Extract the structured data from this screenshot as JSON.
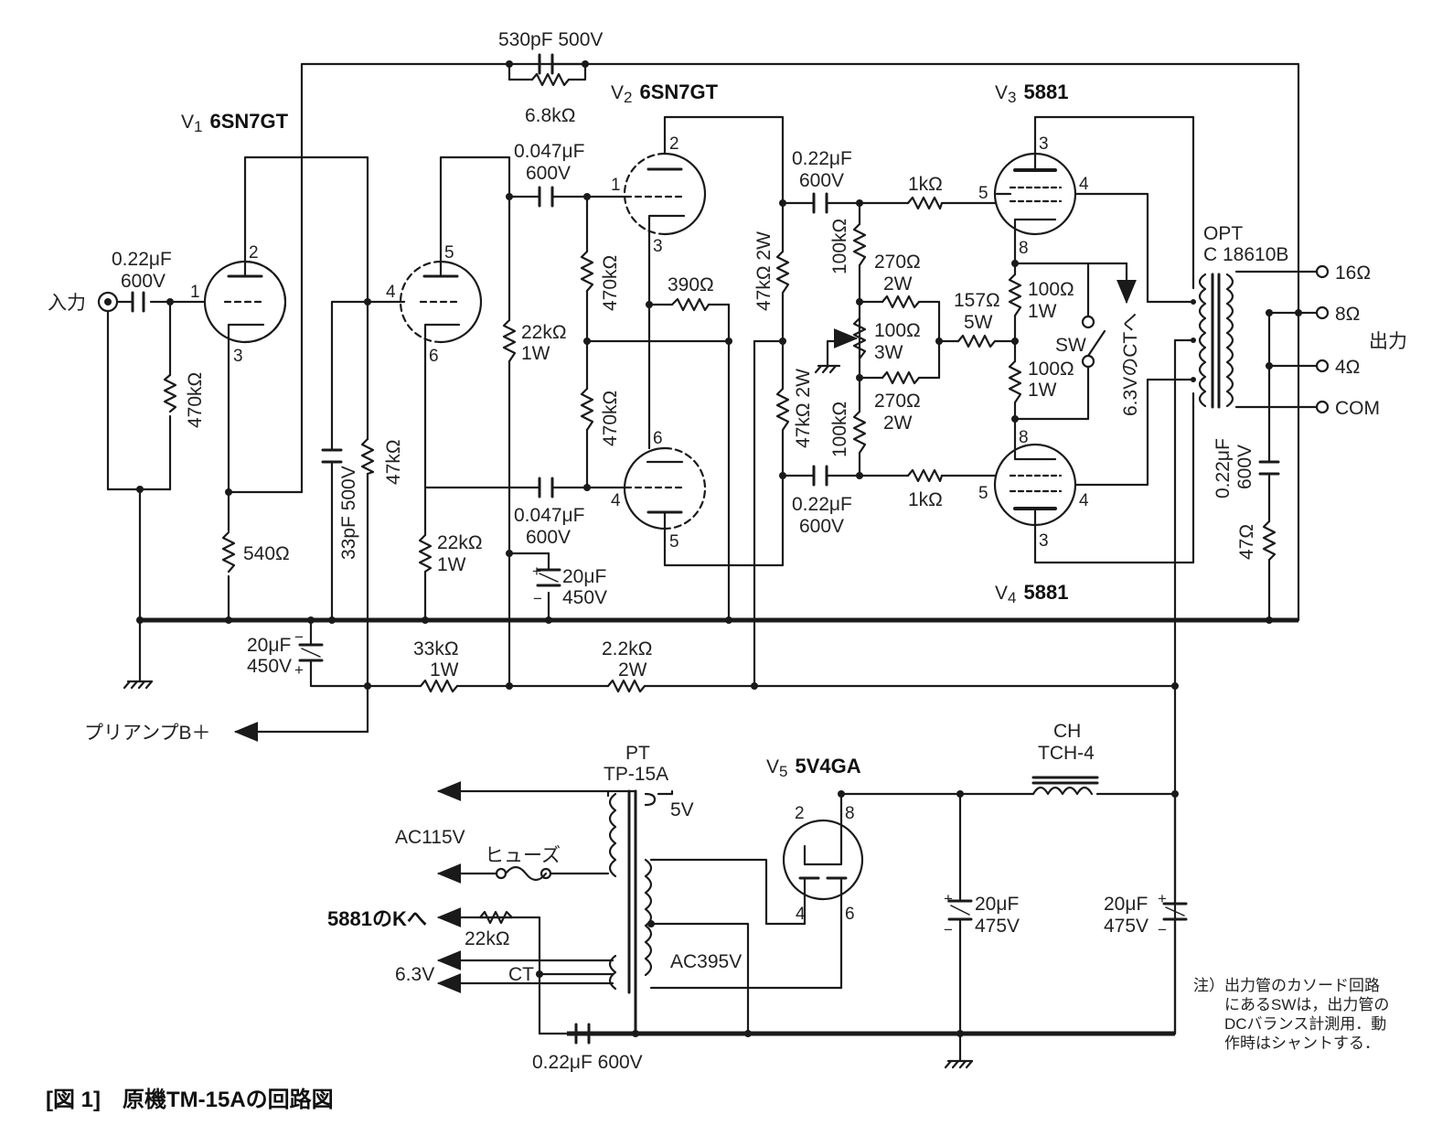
{
  "caption": "[図 1]　原機TM-15Aの回路図",
  "note": [
    "注）出力管のカソード回路",
    "にあるSWは，出力管の",
    "DCバランス計測用．動",
    "作時はシャントする．"
  ],
  "tubes": {
    "v1": {
      "sym": "V",
      "sub": "1",
      "name": "6SN7GT"
    },
    "v2": {
      "sym": "V",
      "sub": "2",
      "name": "6SN7GT"
    },
    "v3": {
      "sym": "V",
      "sub": "3",
      "name": "5881"
    },
    "v4": {
      "sym": "V",
      "sub": "4",
      "name": "5881"
    },
    "v5": {
      "sym": "V",
      "sub": "5",
      "name": "5V4GA"
    }
  },
  "pins": {
    "v1_2": "2",
    "v1_1": "1",
    "v1_3": "3",
    "v1_5": "5",
    "v1_4": "4",
    "v1_6": "6",
    "v2_2": "2",
    "v2_1": "1",
    "v2_3": "3",
    "v2_6": "6",
    "v2_4": "4",
    "v2_5": "5",
    "v3_3": "3",
    "v3_5": "5",
    "v3_4": "4",
    "v3_8": "8",
    "v4_8": "8",
    "v4_5": "5",
    "v4_4": "4",
    "v4_3": "3",
    "v5_2": "2",
    "v5_8": "8",
    "v5_4": "4",
    "v5_6": "6"
  },
  "labels": {
    "input": "入力",
    "output": "出力",
    "c_fb": "530pF 500V",
    "r_fb": "6.8kΩ",
    "c_in_a": "0.22μF",
    "c_in_b": "600V",
    "r_in": "470kΩ",
    "r_k1": "540Ω",
    "c_33": "33pF 500V",
    "r_47k": "47kΩ",
    "r_22k_a_1": "22kΩ",
    "r_22k_a_2": "1W",
    "r_22k_b_1": "22kΩ",
    "r_22k_b_2": "1W",
    "c_047_top_a": "0.047μF",
    "c_047_top_b": "600V",
    "c_047_bot_a": "0.047μF",
    "c_047_bot_b": "600V",
    "r_470_1": "470kΩ",
    "r_470_2": "470kΩ",
    "r_390": "390Ω",
    "c_20_a": "20μF",
    "c_20_b": "450V",
    "r_47k2w_top": "47kΩ 2W",
    "r_47k2w_bot": "47kΩ 2W",
    "c_022_top_a": "0.22μF",
    "c_022_top_b": "600V",
    "c_022_bot_a": "0.22μF",
    "c_022_bot_b": "600V",
    "r_100k_top": "100kΩ",
    "r_100k_bot": "100kΩ",
    "r_1k_top": "1kΩ",
    "r_1k_bot": "1kΩ",
    "r_270_top_a": "270Ω",
    "r_270_top_b": "2W",
    "r_270_bot_a": "270Ω",
    "r_270_bot_b": "2W",
    "vr_100_a": "100Ω",
    "vr_100_b": "3W",
    "r_157_a": "157Ω",
    "r_157_b": "5W",
    "r_100_top_a": "100Ω",
    "r_100_top_b": "1W",
    "r_100_bot_a": "100Ω",
    "r_100_bot_b": "1W",
    "sw": "SW",
    "heater_ct": "6.3VのCTへ",
    "opt_a": "OPT",
    "opt_b": "C 18610B",
    "out_16": "16Ω",
    "out_8": "8Ω",
    "out_4": "4Ω",
    "out_com": "COM",
    "c_zob_a": "0.22μF",
    "c_zob_b": "600V",
    "r_zob": "47Ω",
    "c_20_450_a": "20μF",
    "c_20_450_b": "450V",
    "r_33k_a": "33kΩ",
    "r_33k_b": "1W",
    "r_22k_2w_a": "2.2kΩ",
    "r_22k_2w_b": "2W",
    "preamp": "プリアンプB＋",
    "pt_a": "PT",
    "pt_b": "TP-15A",
    "ac115": "AC115V",
    "fuse": "ヒューズ",
    "to_k": "5881のKへ",
    "r_22k_ps": "22kΩ",
    "v63": "6.3V",
    "ct": "CT",
    "v5": "5V",
    "ac395": "AC395V",
    "c_pt": "0.22μF 600V",
    "ch_a": "CH",
    "ch_b": "TCH-4",
    "c_475_1a": "20μF",
    "c_475_1b": "475V",
    "c_475_2a": "20μF",
    "c_475_2b": "475V"
  }
}
